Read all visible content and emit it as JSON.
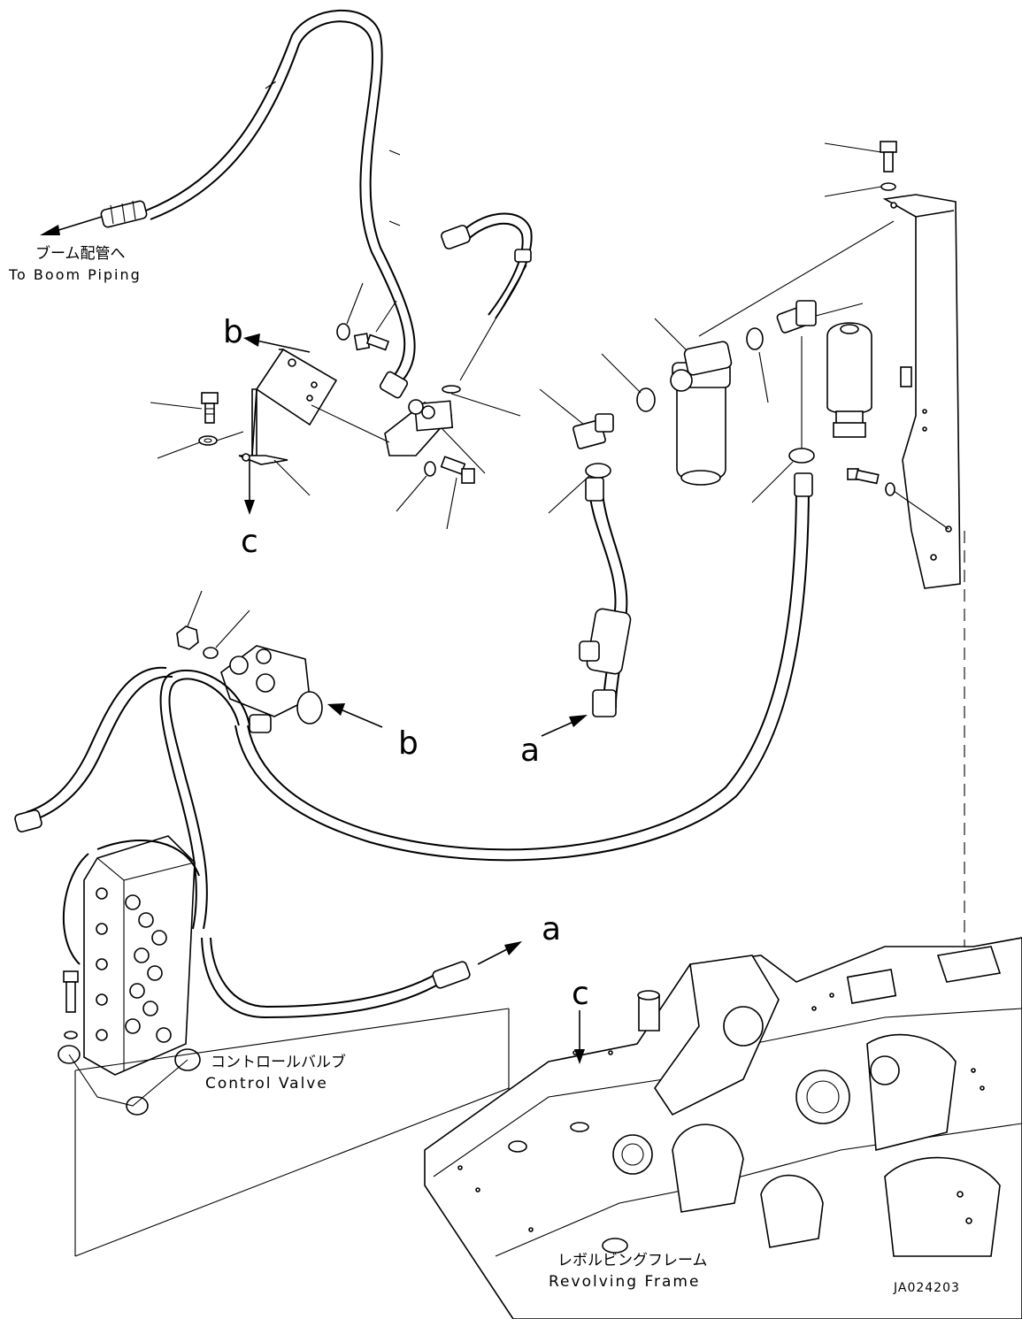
{
  "labels": {
    "boom_piping_ja": "ブーム配管へ",
    "boom_piping_en": "To Boom Piping",
    "control_valve_ja": "コントロールバルブ",
    "control_valve_en": "Control Valve",
    "revolving_frame_ja": "レボルビングフレーム",
    "revolving_frame_en": "Revolving Frame",
    "drawing_code": "JA024203"
  },
  "callouts": {
    "b_top": "b",
    "c_left": "c",
    "b_mid": "b",
    "a_mid": "a",
    "a_low": "a",
    "c_frame": "c"
  }
}
